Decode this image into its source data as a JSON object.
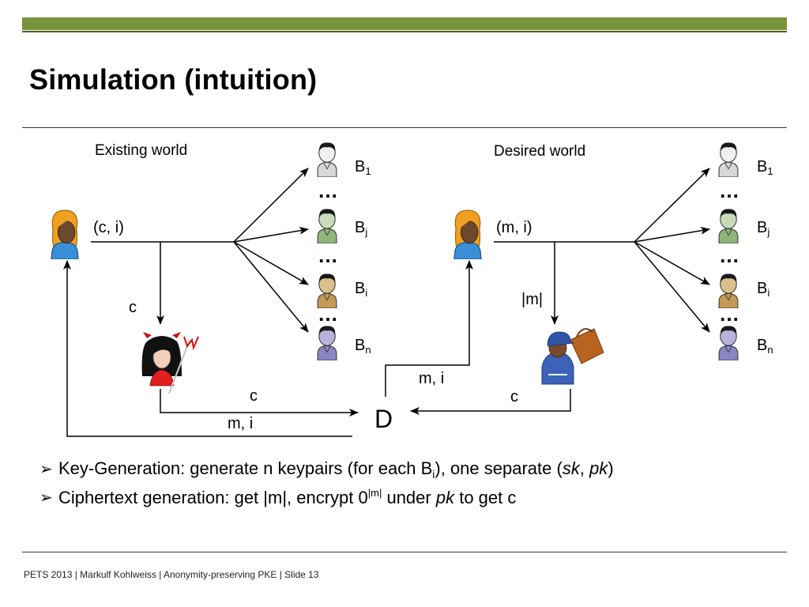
{
  "slide": {
    "title": "Simulation (intuition)",
    "footer": "PETS 2013 | Markulf Kohlweiss | Anonymity-preserving PKE | Slide 13"
  },
  "left_world": {
    "heading": "Existing world",
    "msg_label": "(c, i)",
    "c_label": "c",
    "bottom_c_label": "c",
    "bottom_mi_label": "m, i"
  },
  "right_world": {
    "heading": "Desired world",
    "msg_label": "(m, i)",
    "len_label": "|m|",
    "mi_label": "m, i",
    "c_label": "c"
  },
  "distinguisher_label": "D",
  "ellipsis": "…",
  "receivers": [
    {
      "base": "B",
      "sub": "1"
    },
    {
      "base": "B",
      "sub": "j"
    },
    {
      "base": "B",
      "sub": "i"
    },
    {
      "base": "B",
      "sub": "n"
    }
  ],
  "bullets": {
    "b1": {
      "before": "Key-Generation: generate n keypairs (for each B",
      "sub": "i",
      "middle": "), one separate (",
      "sk": "sk",
      "comma": ", ",
      "pk": "pk",
      "after": ")"
    },
    "b2": {
      "before": "Ciphertext generation: get |m|, encrypt 0",
      "sup": "|m|",
      "middle": " under ",
      "pk": "pk",
      "after": " to get c"
    }
  },
  "icons": {
    "sender": "sender-person-icon",
    "adversary": "devil-adversary-icon",
    "simulator": "worker-toolbox-icon",
    "receiver": "receiver-person-icon"
  },
  "colors": {
    "accent_bar": "#77933c",
    "receiver_gray": "#d8d8d8",
    "receiver_green": "#8fb57a",
    "receiver_tan": "#c49a56",
    "receiver_violet": "#8b86c2"
  }
}
